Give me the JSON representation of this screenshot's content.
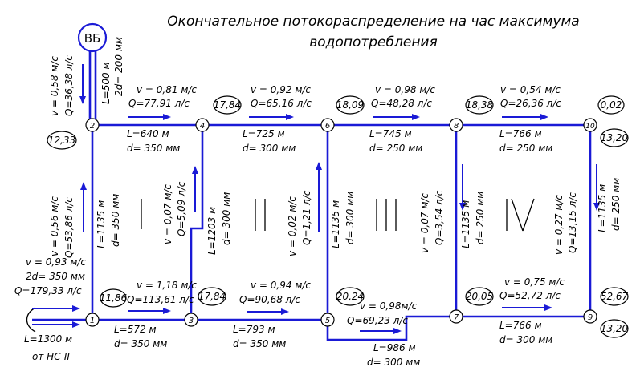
{
  "title": {
    "line1": "Окончательное потокораспределение на час максимума",
    "line2": "водопотребления"
  },
  "source": {
    "label": "ВБ",
    "riser_length": "L=500 м",
    "riser_diameter": "2d= 200 мм",
    "riser_velocity": "v = 0,58 м/с",
    "riser_flow": "Q=36,38 л/с"
  },
  "inlet": {
    "velocity": "v = 0,93 м/с",
    "diameter": "2d= 350 мм",
    "flow": "Q=179,33 л/с",
    "length": "L=1300 м",
    "from": "от НС-II"
  },
  "nodes": [
    {
      "id": "1",
      "demand": "11,86"
    },
    {
      "id": "2",
      "demand": "12,33"
    },
    {
      "id": "3",
      "demand": "17,84"
    },
    {
      "id": "4",
      "demand": "17,84"
    },
    {
      "id": "5",
      "demand": "20,24"
    },
    {
      "id": "6",
      "demand": "18,09"
    },
    {
      "id": "7",
      "demand": "20,05"
    },
    {
      "id": "8",
      "demand": "18,38"
    },
    {
      "id": "9",
      "demand": "52,67",
      "demand2": "13,20"
    },
    {
      "id": "10",
      "demand": "0,02",
      "demand2": "13,20"
    }
  ],
  "pipes": {
    "p2_4": {
      "v": "v = 0,81 м/с",
      "q": "Q=77,91 л/с",
      "l": "L=640 м",
      "d": "d= 350 мм"
    },
    "p4_6": {
      "v": "v = 0,92 м/с",
      "q": "Q=65,16 л/с",
      "l": "L=725 м",
      "d": "d= 300 мм"
    },
    "p6_8": {
      "v": "v = 0,98 м/с",
      "q": "Q=48,28 л/с",
      "l": "L=745 м",
      "d": "d= 250 мм"
    },
    "p8_10": {
      "v": "v = 0,54 м/с",
      "q": "Q=26,36 л/с",
      "l": "L=766 м",
      "d": "d= 250 мм"
    },
    "p1_3": {
      "v": "v = 1,18 м/с",
      "q": "Q=113,61 л/с",
      "l": "L=572 м",
      "d": "d= 350 мм"
    },
    "p3_5": {
      "v": "v = 0,94 м/с",
      "q": "Q=90,68 л/с",
      "l": "L=793 м",
      "d": "d= 350 мм"
    },
    "p5_7": {
      "v": "v = 0,98м/с",
      "q": "Q=69,23 л/с",
      "l": "L=986 м",
      "d": "d= 300 мм"
    },
    "p7_9": {
      "v": "v = 0,75 м/с",
      "q": "Q=52,72 л/с",
      "l": "L=766 м",
      "d": "d= 300 мм"
    },
    "p1_2": {
      "v": "v = 0,56 м/с",
      "q": "Q=53,86 л/с",
      "l": "L=1135 м",
      "d": "d= 350 мм"
    },
    "p3_4": {
      "v": "v = 0,07 м/с",
      "q": "Q=5,09 л/с",
      "l": "L=1203 м",
      "d": "d= 300 мм"
    },
    "p5_6": {
      "v": "v = 0,02 м/с",
      "q": "Q=1,21 л/с",
      "l": "L=1135 м",
      "d": "d= 300 мм"
    },
    "p7_8": {
      "v": "v = 0,07 м/с",
      "q": "Q=3,54 л/с",
      "l": "L=1135 м",
      "d": "d= 250 мм"
    },
    "p9_10": {
      "v": "v = 0,27 м/с",
      "q": "Q=13,15 л/с",
      "l": "L=1135 м",
      "d": "d= 250 мм"
    }
  },
  "rings": [
    "I",
    "II",
    "III",
    "IV"
  ],
  "colors": {
    "pipe": "#1a1ad6",
    "text": "#000000",
    "background": "#ffffff"
  }
}
